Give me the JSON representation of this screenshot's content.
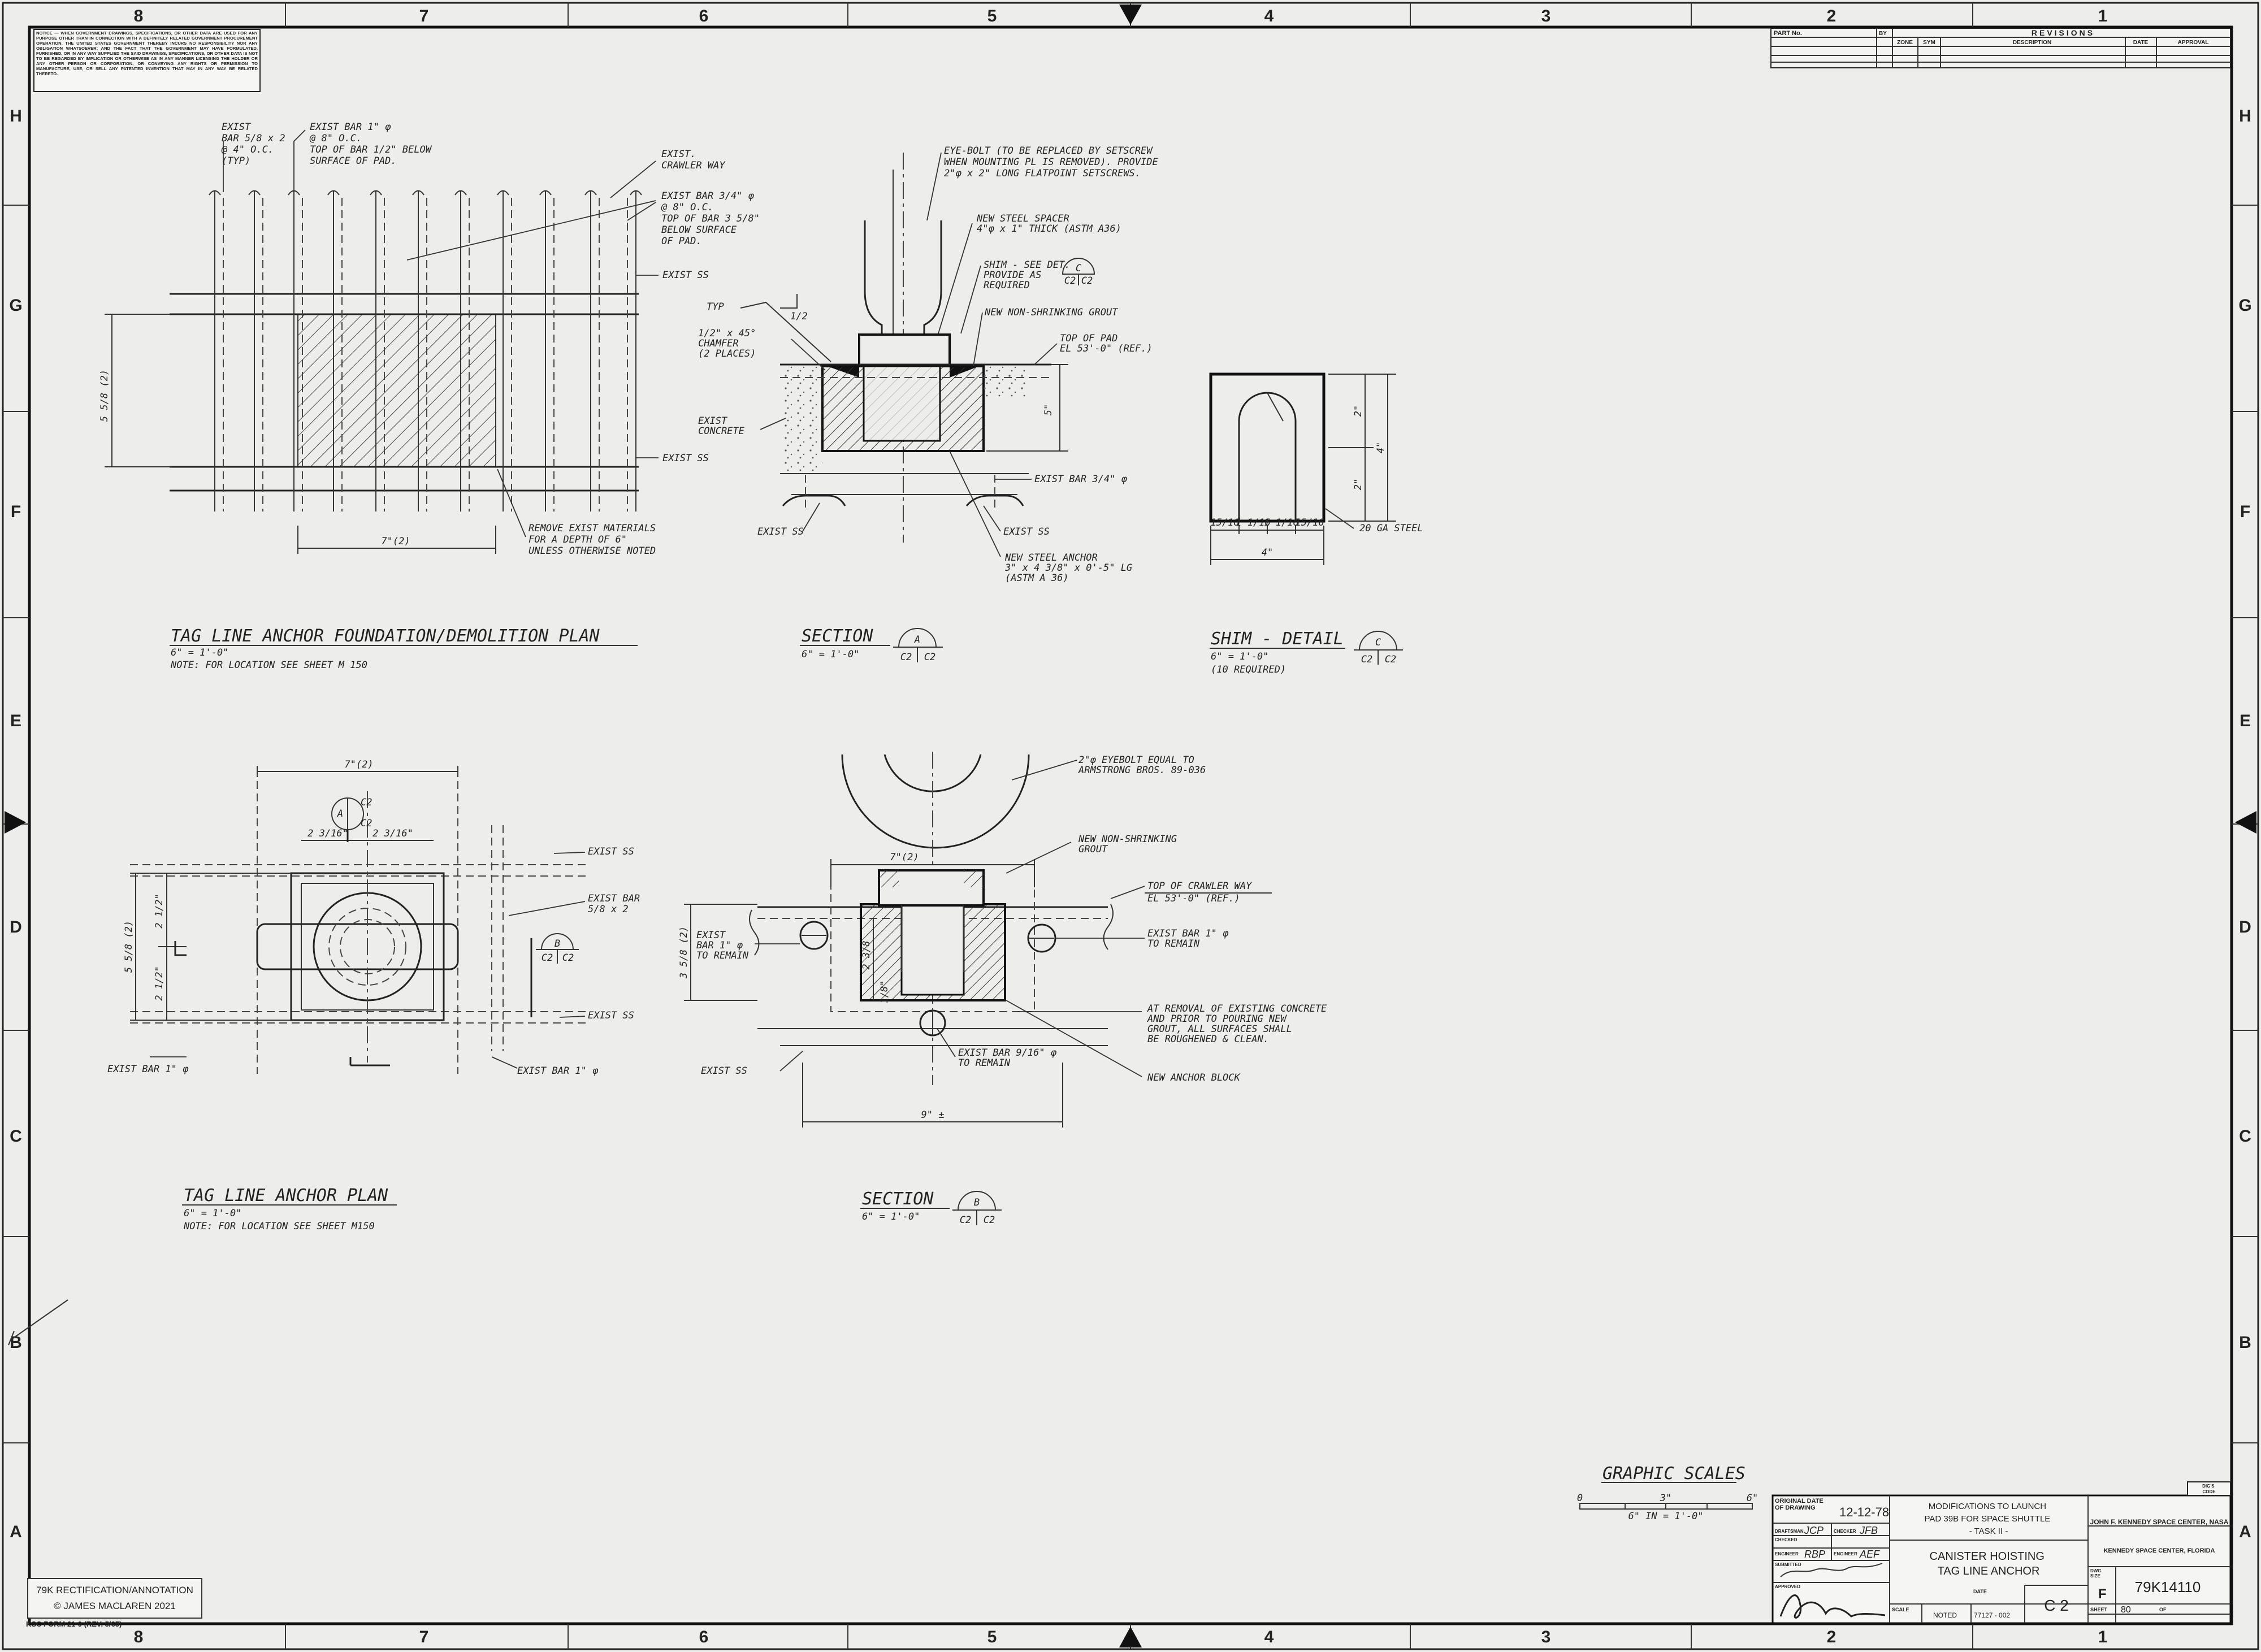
{
  "border": {
    "columns": [
      "8",
      "7",
      "6",
      "5",
      "4",
      "3",
      "2",
      "1"
    ],
    "rows": [
      "H",
      "G",
      "F",
      "E",
      "D",
      "C",
      "B",
      "A"
    ]
  },
  "notice": "NOTICE — WHEN GOVERNMENT DRAWINGS, SPECIFICATIONS, OR OTHER DATA ARE USED FOR ANY PURPOSE OTHER THAN IN CONNECTION WITH A DEFINITELY RELATED GOVERNMENT PROCUREMENT OPERATION, THE UNITED STATES GOVERNMENT THEREBY INCURS NO RESPONSIBILITY NOR ANY OBLIGATION WHATSOEVER; AND THE FACT THAT THE GOVERNMENT MAY HAVE FORMULATED, FURNISHED, OR IN ANY WAY SUPPLIED THE SAID DRAWINGS, SPECIFICATIONS, OR OTHER DATA IS NOT TO BE REGARDED BY IMPLICATION OR OTHERWISE AS IN ANY MANNER LICENSING THE HOLDER OR ANY OTHER PERSON OR CORPORATION, OR CONVEYING ANY RIGHTS OR PERMISSION TO MANUFACTURE, USE, OR SELL ANY PATENTED INVENTION THAT MAY IN ANY WAY BE RELATED THERETO.",
  "revisions": {
    "part_no_label": "PART No.",
    "by_label": "BY",
    "title": "REVISIONS",
    "columns": [
      "ZONE",
      "SYM",
      "DESCRIPTION",
      "DATE",
      "APPROVAL"
    ]
  },
  "plan1": {
    "labels": {
      "exist_bar_a": [
        "EXIST",
        "BAR 5/8 x 2",
        "@ 4\" O.C.",
        "(TYP)"
      ],
      "exist_bar_b": [
        "EXIST BAR 1\" φ",
        "@ 8\" O.C.",
        "TOP OF BAR 1/2\" BELOW",
        "SURFACE OF PAD."
      ],
      "crawler": [
        "EXIST.",
        "CRAWLER  WAY"
      ],
      "exist_bar_c": [
        "EXIST BAR 3/4\" φ",
        "@ 8\" O.C.",
        "TOP OF BAR 3 5/8\"",
        "BELOW SURFACE",
        "OF PAD."
      ],
      "exist_ss_1": "EXIST SS",
      "exist_ss_2": "EXIST SS",
      "remove": [
        "REMOVE EXIST MATERIALS",
        "FOR A DEPTH OF 6\"",
        "UNLESS OTHERWISE NOTED"
      ],
      "dim_v": "5 5/8 (2)",
      "dim_h": "7\"(2)"
    },
    "title": "TAG LINE ANCHOR FOUNDATION/DEMOLITION PLAN",
    "scale": "6\" = 1'-0\"",
    "note": "NOTE: FOR LOCATION SEE SHEET M 150"
  },
  "sectionA": {
    "labels": {
      "eyebolt": [
        "EYE-BOLT (TO BE REPLACED BY SETSCREW",
        "WHEN MOUNTING PL IS REMOVED). PROVIDE",
        "2\"φ x 2\" LONG FLATPOINT SETSCREWS."
      ],
      "spacer": [
        "NEW STEEL SPACER",
        "4\"φ x 1\" THICK (ASTM A36)"
      ],
      "shim": [
        "SHIM - SEE DET.",
        "PROVIDE AS",
        "REQUIRED"
      ],
      "grout": "NEW NON-SHRINKING GROUT",
      "typ": "TYP",
      "half": "1/2",
      "chamfer": [
        "1/2\" x 45°",
        "CHAMFER",
        "(2 PLACES)"
      ],
      "top_pad": [
        "TOP OF PAD",
        "EL 53'-0\" (REF.)"
      ],
      "dim5": "5\"",
      "concrete": [
        "EXIST",
        "CONCRETE"
      ],
      "bar": "EXIST BAR 3/4\" φ",
      "ss_left": "EXIST SS",
      "ss_right": "EXIST SS",
      "anchor": [
        "NEW STEEL ANCHOR",
        "3\" x 4 3/8\" x 0'-5\" LG",
        "(ASTM A 36)"
      ]
    },
    "title": "SECTION",
    "letter": "A",
    "sheet_a": "C2",
    "sheet_b": "C2",
    "scale": "6\" = 1'-0\""
  },
  "shim": {
    "labels": {
      "d1": "2\"",
      "d2": "4\"",
      "d3": "2\"",
      "w": "4\"",
      "b1": "15/16",
      "b2": "1 1/16",
      "b3": "1 1/16",
      "b4": "15/16",
      "steel": "20 GA STEEL"
    },
    "title": "SHIM - DETAIL",
    "letter": "C",
    "sheet_a": "C2",
    "sheet_b": "C2",
    "scale": "6\" = 1'-0\"",
    "note": "(10 REQUIRED)"
  },
  "plan2": {
    "labels": {
      "dim_top": "7\"(2)",
      "dim_a": "2 3/16\"",
      "dim_b": "2 3/16\"",
      "ss1": "EXIST SS",
      "bar_a": [
        "EXIST BAR",
        "5/8 x 2"
      ],
      "ss2": "EXIST SS",
      "bar_left": "EXIST BAR 1\" φ",
      "bar_right": "EXIST BAR 1\" φ",
      "dim_v": "5 5/8 (2)",
      "dim_v1": "2 1/2\"",
      "dim_v2": "2 1/2\""
    },
    "callout_a": {
      "letter": "A",
      "sheet_a": "C2",
      "sheet_b": "C2"
    },
    "callout_b": {
      "letter": "B",
      "sheet_a": "C2",
      "sheet_b": "C2"
    },
    "title": "TAG LINE ANCHOR PLAN",
    "scale": "6\" = 1'-0\"",
    "note": "NOTE: FOR LOCATION SEE SHEET M150"
  },
  "sectionB": {
    "labels": {
      "eyebolt": [
        "2\"φ EYEBOLT EQUAL TO",
        "ARMSTRONG BROS. 89-036"
      ],
      "grout": [
        "NEW NON-SHRINKING",
        "GROUT"
      ],
      "crawler": "TOP OF CRAWLER WAY",
      "el": "EL 53'-0\" (REF.)",
      "dim7": "7\"(2)",
      "bar_right": [
        "EXIST BAR 1\" φ",
        "TO REMAIN"
      ],
      "bar_left": [
        "EXIST",
        "BAR 1\" φ",
        "TO REMAIN"
      ],
      "removal": [
        "AT REMOVAL OF EXISTING CONCRETE",
        "AND PRIOR TO POURING NEW",
        "GROUT, ALL SURFACES SHALL",
        "BE ROUGHENED & CLEAN."
      ],
      "bar_bottom": [
        "EXIST BAR 9/16\" φ",
        "TO REMAIN"
      ],
      "block": "NEW ANCHOR BLOCK",
      "ss": "EXIST SS",
      "dim9": "9\" ±",
      "dim_v": "3 5/8 (2)",
      "dim_v2": "2 3/8",
      "dim_v3": "1/8\""
    },
    "title": "SECTION",
    "letter": "B",
    "sheet_a": "C2",
    "sheet_b": "C2",
    "scale": "6\" = 1'-0\""
  },
  "graphic_scales": {
    "title": "GRAPHIC SCALES",
    "zero": "0",
    "mid": "3\"",
    "end": "6\"",
    "label": "6\" IN = 1'-0\""
  },
  "title_block": {
    "orig_label": [
      "ORIGINAL DATE",
      "OF DRAWING"
    ],
    "orig_date": "12-12-78",
    "draftsman_label": "DRAFTSMAN",
    "draftsman": "JCP",
    "checker_label": "CHECKER",
    "checker": "JFB",
    "checked_label": "CHECKED",
    "engineer_label": "ENGINEER",
    "engineer": "RBP",
    "engineer2_label": "ENGINEER",
    "engineer2": "AEF",
    "submitted_label": "SUBMITTED",
    "approved_label": "APPROVED",
    "project": [
      "MODIFICATIONS  TO  LAUNCH",
      "PAD  39B  FOR  SPACE  SHUTTLE",
      "- TASK  II -"
    ],
    "drawing_title": [
      "CANISTER   HOISTING",
      "TAG  LINE  ANCHOR"
    ],
    "agency": "JOHN F. KENNEDY SPACE CENTER, NASA",
    "location": "KENNEDY SPACE CENTER, FLORIDA",
    "dwg_size_label": [
      "DWG",
      "SIZE"
    ],
    "dwg_size": "F",
    "dwg_no": "79K14110",
    "sheet_label": "SHEET",
    "sheet": "80",
    "of_label": "OF",
    "scale_label": "SCALE",
    "scale": "NOTED",
    "date_label": "DATE",
    "date": "77127 - 002",
    "grid": "C 2",
    "digits_label": [
      "DIG'S",
      "CODE"
    ]
  },
  "copyright": [
    "79K RECTIFICATION/ANNOTATION",
    "© JAMES MACLAREN 2021"
  ],
  "form_no": "KSC FORM 21-9 (REV. 5/65)"
}
